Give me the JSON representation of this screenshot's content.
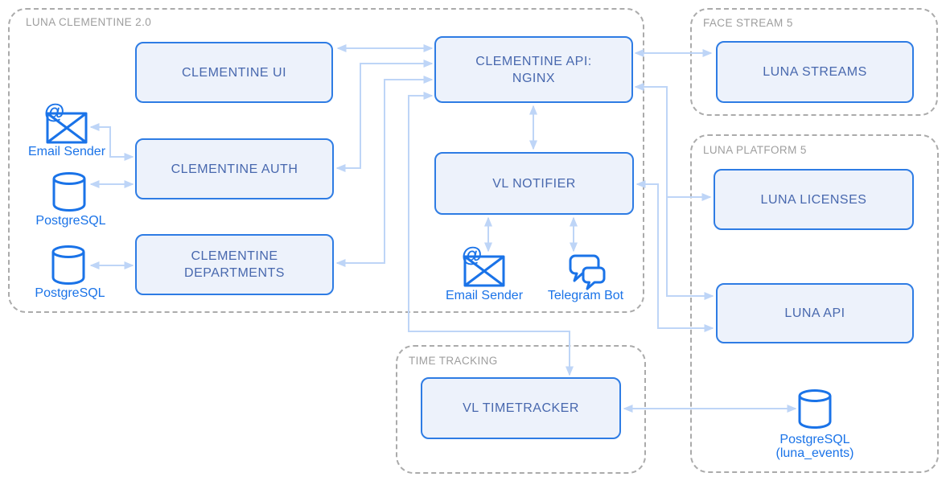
{
  "diagram": {
    "colors": {
      "node_border": "#2e7ce4",
      "node_fill": "#edf2fb",
      "node_text": "#4868ae",
      "icon_blue": "#1a73e8",
      "arrow": "#bed5f7",
      "container_border": "#ababab",
      "container_label": "#9e9e9e",
      "background": "#ffffff"
    },
    "containers": {
      "luna_clementine": {
        "label": "LUNA CLEMENTINE 2.0"
      },
      "face_stream": {
        "label": "FACE STREAM 5"
      },
      "luna_platform": {
        "label": "LUNA PLATFORM 5"
      },
      "time_tracking": {
        "label": "TIME TRACKING"
      }
    },
    "nodes": {
      "clementine_ui": {
        "label": "CLEMENTINE UI"
      },
      "clementine_api": {
        "lines": [
          "CLEMENTINE API:",
          "NGINX"
        ]
      },
      "clementine_auth": {
        "label": "CLEMENTINE AUTH"
      },
      "clementine_departments": {
        "lines": [
          "CLEMENTINE",
          "DEPARTMENTS"
        ]
      },
      "vl_notifier": {
        "label": "VL NOTIFIER"
      },
      "luna_streams": {
        "label": "LUNA STREAMS"
      },
      "luna_licenses": {
        "label": "LUNA LICENSES"
      },
      "luna_api": {
        "label": "LUNA API"
      },
      "vl_timetracker": {
        "label": "VL TIMETRACKER"
      }
    },
    "icons": {
      "email_sender_auth": {
        "label": "Email Sender"
      },
      "postgres_auth": {
        "label": "PostgreSQL"
      },
      "postgres_departments": {
        "label": "PostgreSQL"
      },
      "email_sender_notifier": {
        "label": "Email Sender"
      },
      "telegram_bot": {
        "label": "Telegram Bot"
      },
      "postgres_luna_events": {
        "label": "PostgreSQL",
        "sublabel": "(luna_events)"
      }
    }
  }
}
